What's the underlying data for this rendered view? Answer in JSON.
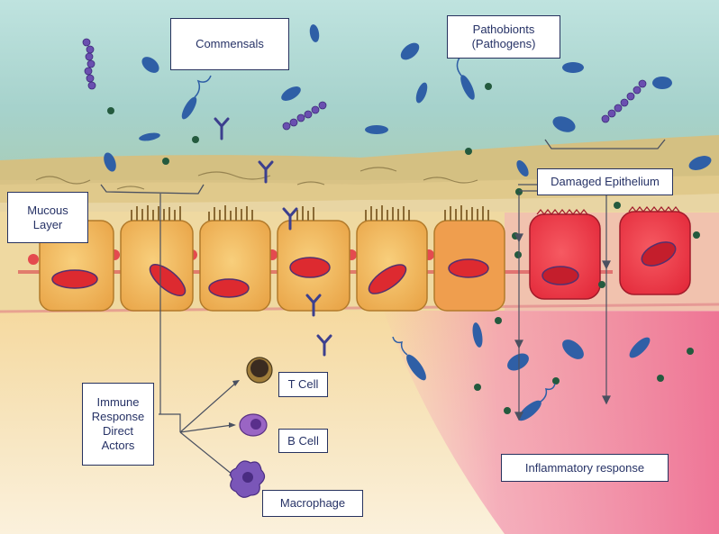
{
  "labels": {
    "commensals": "Commensals",
    "pathobionts_line1": "Pathobionts",
    "pathobionts_line2": "(Pathogens)",
    "damaged_epithelium": "Damaged Epithelium",
    "mucous_line1": "Mucous",
    "mucous_line2": "Layer",
    "immune_line1": "Immune",
    "immune_line2": "Response",
    "immune_line3": "Direct",
    "immune_line4": "Actors",
    "t_cell": "T Cell",
    "b_cell": "B Cell",
    "macrophage": "Macrophage",
    "inflammatory": "Inflammatory response"
  },
  "colors": {
    "lumen": "#a9d4cf",
    "mucus": "#d8c07a",
    "healthy_cell": "#f0b755",
    "damaged_cell": "#ec3b45",
    "nucleus": "#dd2a30",
    "bacteria_rod": "#2f5fa6",
    "bacteria_chain": "#6a4fb0",
    "particle": "#245a3e",
    "antibody": "#3c3f8e",
    "inflamed_tissue": "#f08aa4",
    "lamina": "#f5dfae",
    "label_border": "#27325e"
  },
  "icons": [
    "rod-bacterium-icon",
    "chain-bacterium-icon",
    "flagellated-bacterium-icon",
    "antibody-icon",
    "particle-icon",
    "t-cell-icon",
    "b-cell-icon",
    "macrophage-icon"
  ]
}
